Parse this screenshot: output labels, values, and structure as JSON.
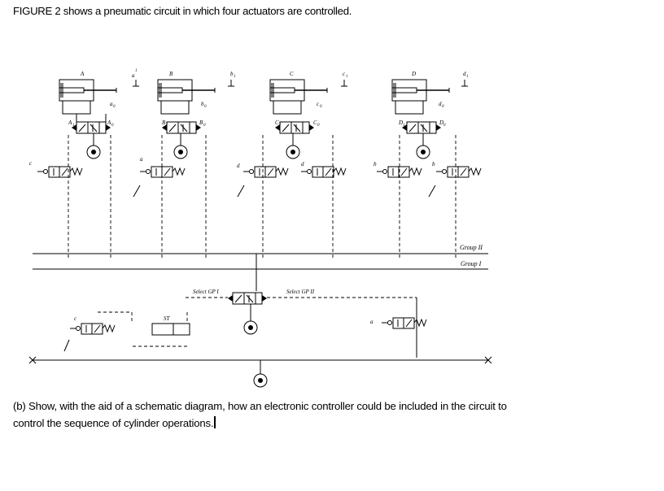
{
  "text": {
    "intro": "FIGURE 2 shows a pneumatic circuit in which four actuators are controlled.",
    "question": "(b) Show, with the aid of a schematic diagram, how an electronic controller could be included in the circuit to control the sequence of cylinder operations."
  },
  "labels": {
    "cyl_a": "A",
    "cyl_b": "B",
    "cyl_c": "C",
    "cyl_d": "D",
    "a1": "a",
    "a1_sub": "1",
    "a0": "a",
    "a0_sub": "0",
    "b1": "b",
    "b1_sub": "1",
    "b0": "b",
    "b0_sub": "0",
    "c1": "c",
    "c1_sub": "1",
    "c0": "c",
    "c0_sub": "0",
    "d1": "d",
    "d1_sub": "1",
    "d0": "d",
    "d0_sub": "0",
    "A1": "A",
    "A1_sub": "1",
    "A0": "A",
    "A0_sub": "0",
    "B1": "B",
    "B1_sub": "1",
    "B0": "B",
    "B0_sub": "0",
    "C1": "C",
    "C1_sub": "1",
    "C0": "C",
    "C0_sub": "0",
    "D1": "D",
    "D1_sub": "1",
    "D0": "D",
    "D0_sub": "0",
    "group2": "Group II",
    "group1": "Group I",
    "select_gp1": "Select GP I",
    "select_gp2": "Select GP II",
    "st": "ST"
  }
}
